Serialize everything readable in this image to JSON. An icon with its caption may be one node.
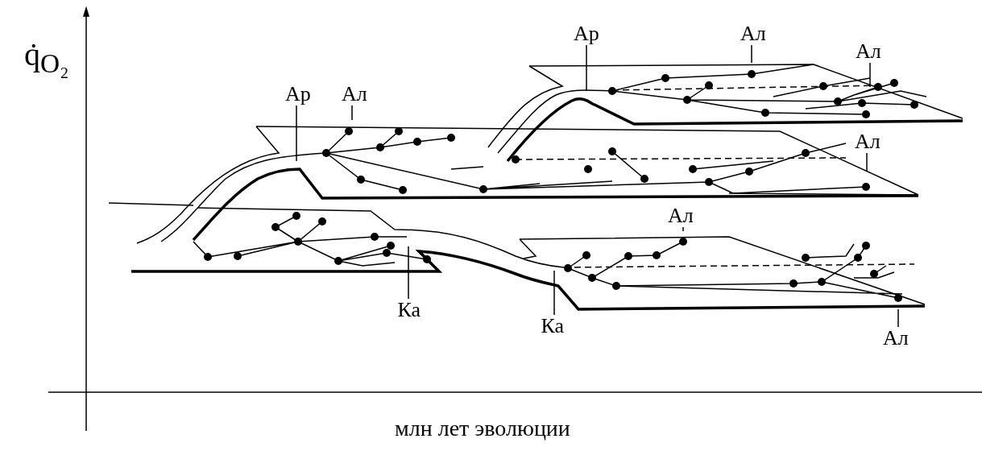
{
  "diagram": {
    "nodes": [
      {
        "text": [
          "Ал"
        ]
      },
      {
        "text": [
          "Ар"
        ]
      },
      {
        "text": [
          "Ал"
        ]
      },
      {
        "text": [
          "Ар"
        ]
      },
      {
        "text": [
          "Ал"
        ]
      },
      {
        "text": [
          "Ал"
        ]
      },
      {
        "text": [
          "Ал"
        ]
      },
      {
        "text": [
          "Ка"
        ]
      },
      {
        "text": [
          "Ал"
        ]
      },
      {
        "text": [
          "Ка"
        ]
      }
    ],
    "edges": [
      {
        "from": 0,
        "to": null,
        "arrow": "none"
      },
      {
        "from": 1,
        "to": null,
        "arrow": "none"
      },
      {
        "from": 2,
        "to": null,
        "arrow": "none"
      },
      {
        "from": 3,
        "to": null,
        "arrow": "none"
      },
      {
        "from": 4,
        "to": null,
        "arrow": "none"
      },
      {
        "from": 5,
        "to": null,
        "arrow": "none"
      },
      {
        "from": 6,
        "to": null,
        "arrow": "none"
      },
      {
        "from": 7,
        "to": null,
        "arrow": "none"
      },
      {
        "from": 8,
        "to": null,
        "arrow": "none"
      },
      {
        "from": 9,
        "to": null,
        "arrow": "none"
      }
    ],
    "labels": [
      "q̇$_{O₂}$",
      "млн лет эволюции"
    ]
  }
}
